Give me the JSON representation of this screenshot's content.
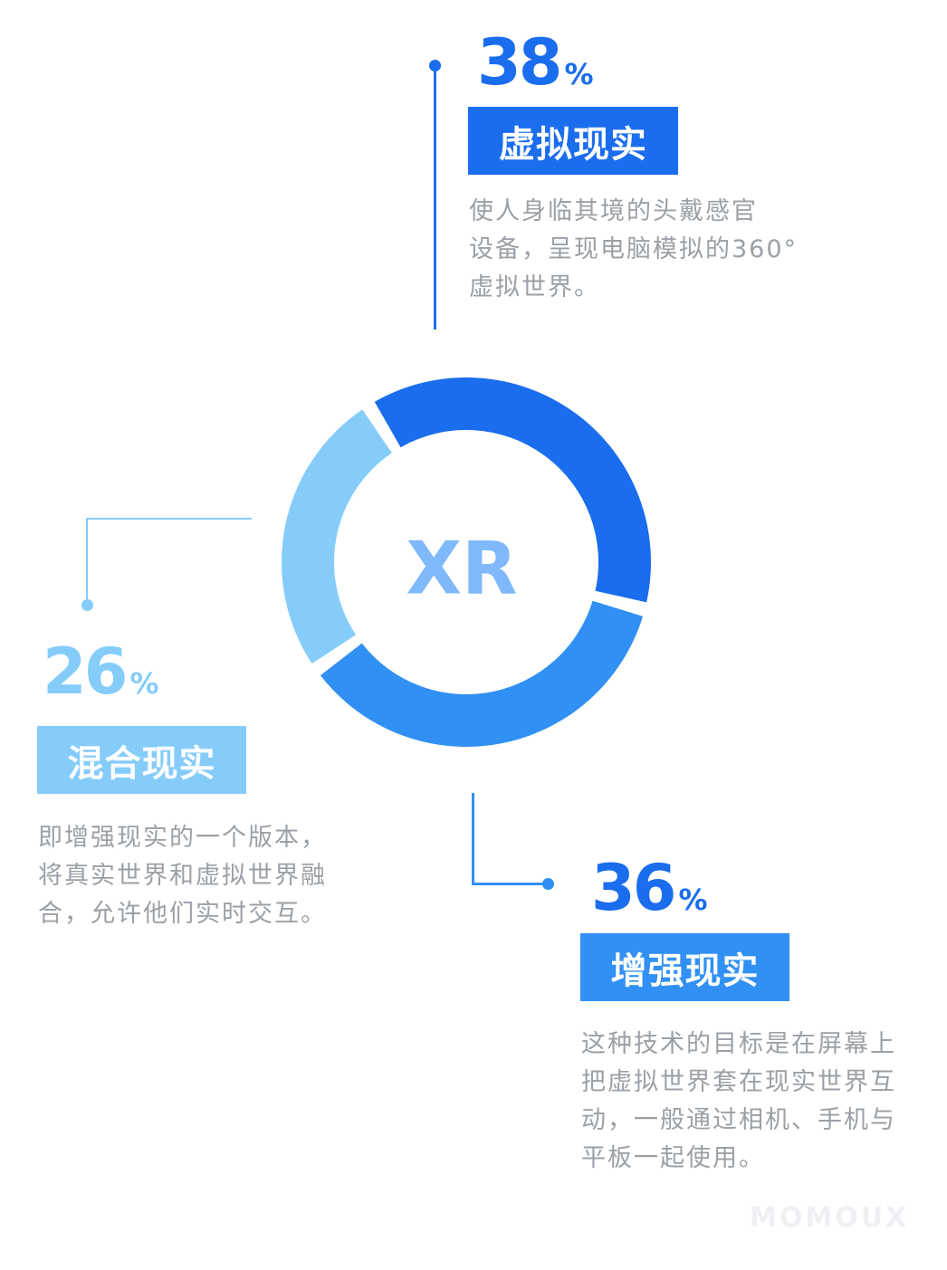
{
  "chart_data": {
    "type": "pie",
    "center_label": "XR",
    "segments": [
      {
        "name": "虚拟现实",
        "value": 38,
        "unit": "%",
        "color": "#1a6ded",
        "description": [
          "使人身临其境的头戴感官",
          "设备，呈现电脑模拟的360°",
          "虚拟世界。"
        ]
      },
      {
        "name": "增强现实",
        "value": 36,
        "unit": "%",
        "color": "#3190f3",
        "description": [
          "这种技术的目标是在屏幕上",
          "把虚拟世界套在现实世界互",
          "动，一般通过相机、手机与",
          "平板一起使用。"
        ]
      },
      {
        "name": "混合现实",
        "value": 26,
        "unit": "%",
        "color": "#85ccfb",
        "description": [
          "即增强现实的一个版本，",
          "将真实世界和虚拟世界融",
          "合，允许他们实时交互。"
        ]
      }
    ]
  },
  "center_label_color": "#7fb9fb",
  "number_colors": {
    "vr": "#1a6ded",
    "ar": "#1a6ded",
    "mr": "#85ccfb"
  },
  "watermark": "MOMOUX"
}
